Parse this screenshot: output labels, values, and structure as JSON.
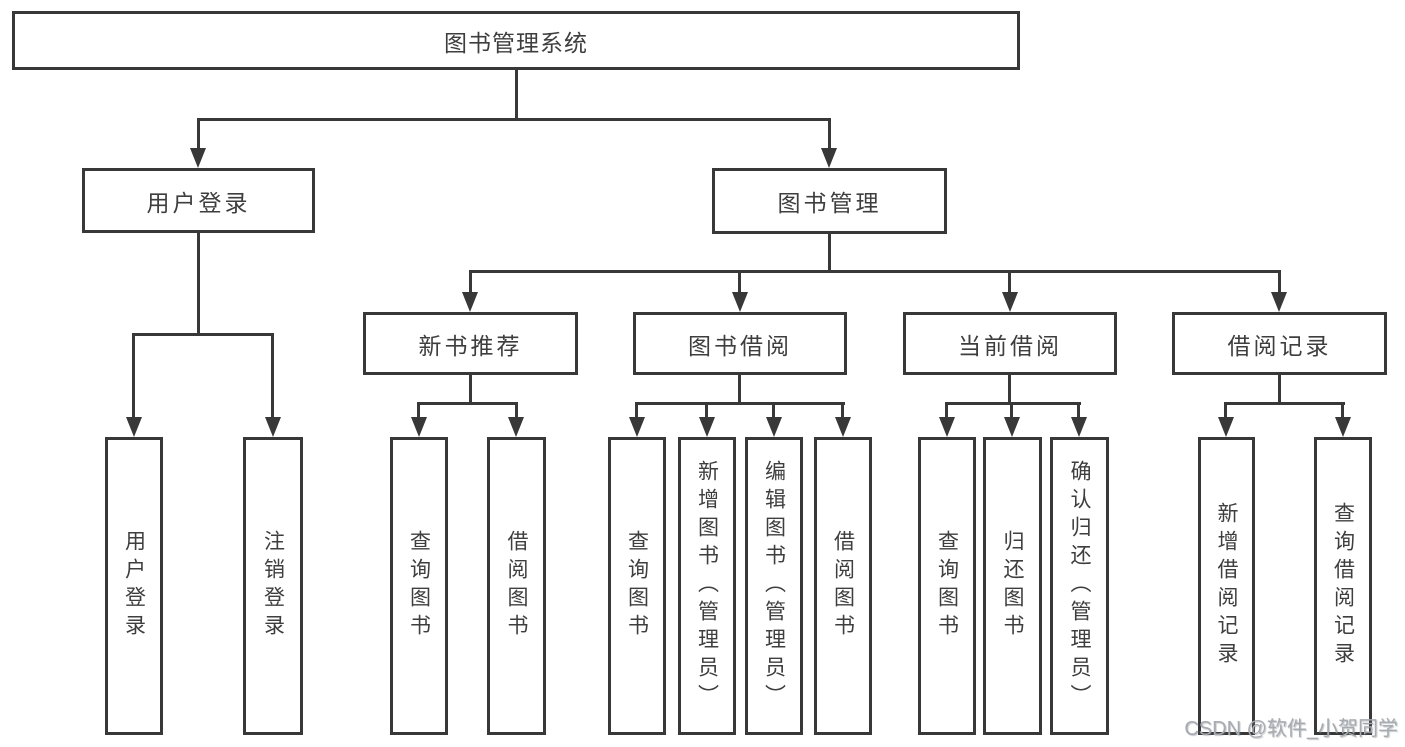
{
  "colors": {
    "line": "#383838",
    "box_border": "#383838",
    "text": "#3e3e3e",
    "background": "#ffffff",
    "watermark_text": "#a6abb1"
  },
  "tree": {
    "root": "图书管理系统",
    "level2": [
      {
        "label": "用户登录",
        "children": [
          "用户登录",
          "注销登录"
        ]
      },
      {
        "label": "图书管理",
        "children": []
      }
    ],
    "level3": [
      {
        "label": "新书推荐",
        "children": [
          "查询图书",
          "借阅图书"
        ]
      },
      {
        "label": "图书借阅",
        "children": [
          "查询图书",
          "新增图书（管理员）",
          "编辑图书（管理员）",
          "借阅图书"
        ]
      },
      {
        "label": "当前借阅",
        "children": [
          "查询图书",
          "归还图书",
          "确认归还（管理员）"
        ]
      },
      {
        "label": "借阅记录",
        "children": [
          "新增借阅记录",
          "查询借阅记录"
        ]
      }
    ]
  },
  "watermark": "CSDN @软件_小贺同学"
}
